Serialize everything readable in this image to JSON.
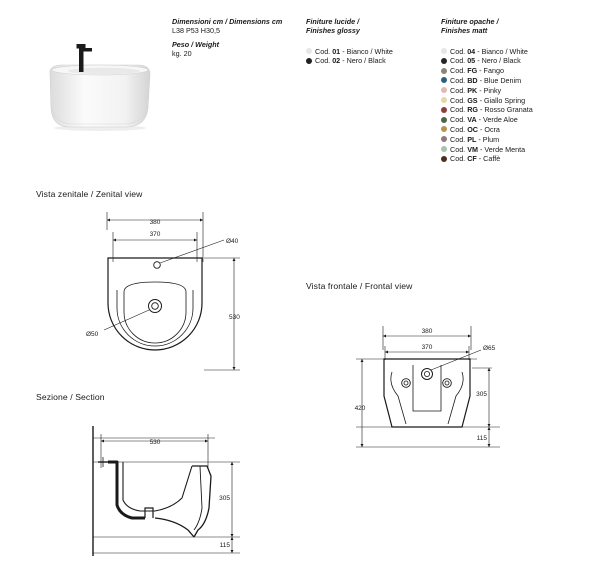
{
  "dimensions": {
    "heading": "Dimensioni cm / Dimensions cm",
    "value": "L38 P53 H30,5"
  },
  "weight": {
    "heading": "Peso / Weight",
    "value": "kg. 20"
  },
  "glossy": {
    "heading_1": "Finiture lucide /",
    "heading_2": "Finishes glossy",
    "items": [
      {
        "prefix": "Cod.",
        "code": "01",
        "name": "- Bianco / White",
        "color": "#e6e6e6"
      },
      {
        "prefix": "Cod.",
        "code": "02",
        "name": "- Nero / Black",
        "color": "#222222"
      }
    ]
  },
  "matt": {
    "heading_1": "Finiture opache /",
    "heading_2": "Finishes matt",
    "items": [
      {
        "prefix": "Cod.",
        "code": "04",
        "name": "- Bianco / White",
        "color": "#e6e6e6"
      },
      {
        "prefix": "Cod.",
        "code": "05",
        "name": "- Nero / Black",
        "color": "#262626"
      },
      {
        "prefix": "Cod.",
        "code": "FG",
        "name": "- Fango",
        "color": "#8d8478"
      },
      {
        "prefix": "Cod.",
        "code": "BD",
        "name": "- Blue Denim",
        "color": "#2d5f86"
      },
      {
        "prefix": "Cod.",
        "code": "PK",
        "name": "- Pinky",
        "color": "#e3b8b1"
      },
      {
        "prefix": "Cod.",
        "code": "GS",
        "name": "- Giallo Spring",
        "color": "#e3d9a3"
      },
      {
        "prefix": "Cod.",
        "code": "RG",
        "name": "- Rosso Granata",
        "color": "#8c3f3a"
      },
      {
        "prefix": "Cod.",
        "code": "VA",
        "name": "- Verde Aloe",
        "color": "#4e6648"
      },
      {
        "prefix": "Cod.",
        "code": "OC",
        "name": "- Ocra",
        "color": "#b8954a"
      },
      {
        "prefix": "Cod.",
        "code": "PL",
        "name": "- Plum",
        "color": "#8e7b82"
      },
      {
        "prefix": "Cod.",
        "code": "VM",
        "name": "- Verde Menta",
        "color": "#a6c3ac"
      },
      {
        "prefix": "Cod.",
        "code": "CF",
        "name": "- Caffè",
        "color": "#4a2f22"
      }
    ]
  },
  "views": {
    "zenital": "Vista zenitale / Zenital view",
    "frontal": "Vista frontale / Frontal view",
    "section": "Sezione / Section"
  },
  "zenital_dims": {
    "width_outer": "380",
    "width_inner": "370",
    "depth": "530",
    "hole_top": "Ø40",
    "hole_drain": "Ø50"
  },
  "frontal_dims": {
    "width_outer": "380",
    "width_inner": "370",
    "hole": "Ø65",
    "height_total": "420",
    "height_top": "305",
    "height_bottom": "115"
  },
  "section_dims": {
    "length": "530",
    "height_top": "305",
    "height_bottom": "115"
  }
}
